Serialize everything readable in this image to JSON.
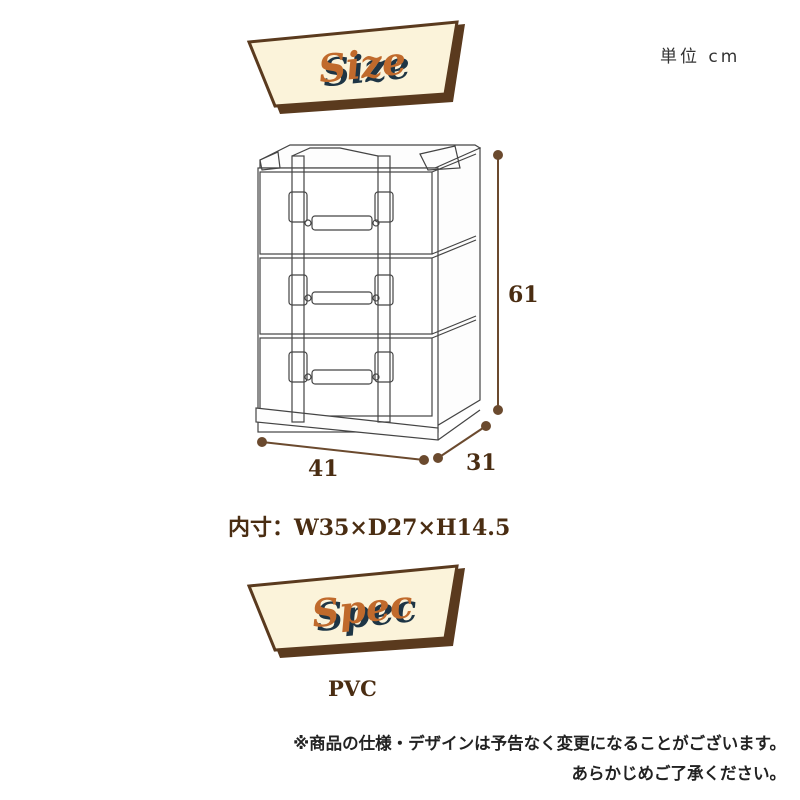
{
  "headings": {
    "size": "Size",
    "spec": "Spec"
  },
  "unit_label": "単位 cm",
  "dimensions": {
    "height": "61",
    "width": "41",
    "depth": "31"
  },
  "inner_dimensions": "内寸：W35×D27×H14.5",
  "material": "PVC",
  "notice_lines": [
    "※商品の仕様・デザインは予告なく変更になることがございます。",
    "あらかじめご了承ください。"
  ],
  "colors": {
    "banner_fill": "#fbf3da",
    "banner_shadow": "#5a3a1e",
    "heading_text": "#c06a2c",
    "heading_shadow": "#1e3545",
    "dimension_line": "#6b4a2e",
    "text_brown": "#4a2d12"
  }
}
